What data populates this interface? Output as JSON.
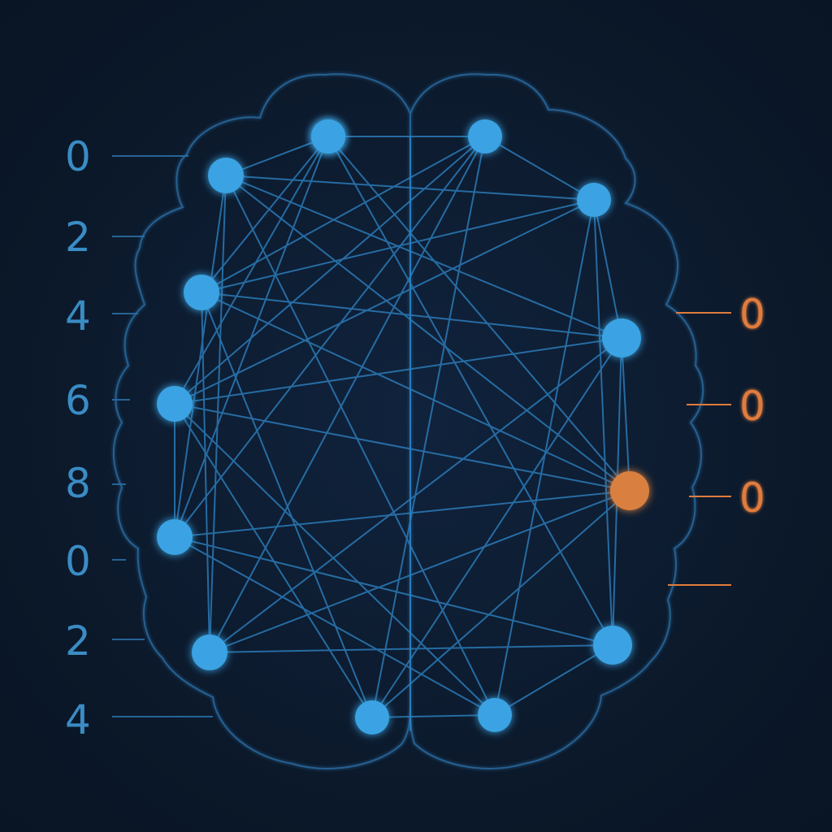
{
  "colors": {
    "background": "#0c1a2e",
    "outline": "#2a6da3",
    "edge": "#2f86c8",
    "node": "#3aa3e3",
    "active_node": "#d9803f",
    "left_label": "#3a8cc4",
    "right_label": "#e07c3c"
  },
  "left_labels": [
    "0",
    "2",
    "4",
    "6",
    "8",
    "0",
    "2",
    "4"
  ],
  "right_labels": [
    "0",
    "0",
    "0",
    ""
  ],
  "nodes": [
    {
      "id": "n1",
      "state": "inactive"
    },
    {
      "id": "n2",
      "state": "inactive"
    },
    {
      "id": "n3",
      "state": "inactive"
    },
    {
      "id": "n4",
      "state": "inactive"
    },
    {
      "id": "n5",
      "state": "inactive"
    },
    {
      "id": "n6",
      "state": "inactive"
    },
    {
      "id": "n7",
      "state": "inactive"
    },
    {
      "id": "n8",
      "state": "inactive"
    },
    {
      "id": "n9",
      "state": "inactive"
    },
    {
      "id": "n10",
      "state": "inactive"
    },
    {
      "id": "n11",
      "state": "inactive"
    },
    {
      "id": "n12",
      "state": "active"
    },
    {
      "id": "n13",
      "state": "inactive"
    },
    {
      "id": "n14",
      "state": "inactive"
    }
  ]
}
